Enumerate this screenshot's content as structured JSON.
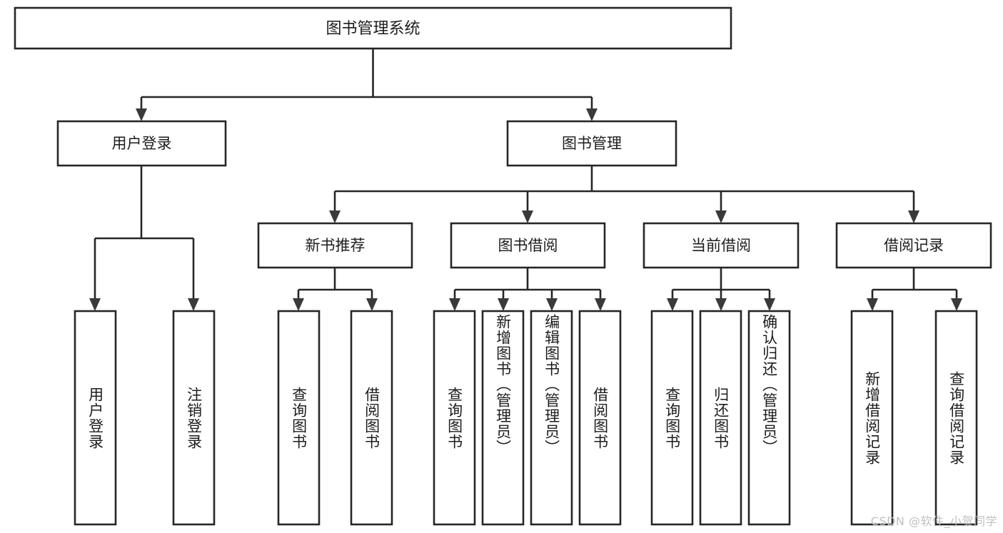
{
  "diagram": {
    "type": "tree",
    "title": "图书管理系统",
    "orientation": "top-down",
    "colors": {
      "box_stroke": "#262626",
      "box_fill": "#ffffff",
      "connector": "#262626",
      "text": "#1c1c1c",
      "watermark": "#c0c0c0",
      "background": "#ffffff"
    },
    "root": {
      "label": "图书管理系统"
    },
    "level2": [
      {
        "label": "用户登录"
      },
      {
        "label": "图书管理"
      }
    ],
    "level3": [
      {
        "label": "新书推荐"
      },
      {
        "label": "图书借阅"
      },
      {
        "label": "当前借阅"
      },
      {
        "label": "借阅记录"
      }
    ],
    "leaves": {
      "user_login": [
        {
          "label": "用户登录"
        },
        {
          "label": "注销登录"
        }
      ],
      "new_book_recommend": [
        {
          "label": "查询图书"
        },
        {
          "label": "借阅图书"
        }
      ],
      "book_borrow": [
        {
          "label": "查询图书"
        },
        {
          "label": "新增图书（管理员）"
        },
        {
          "label": "编辑图书（管理员）"
        },
        {
          "label": "借阅图书"
        }
      ],
      "current_borrow": [
        {
          "label": "查询图书"
        },
        {
          "label": "归还图书"
        },
        {
          "label": "确认归还（管理员）"
        }
      ],
      "borrow_record": [
        {
          "label": "新增借阅记录"
        },
        {
          "label": "查询借阅记录"
        }
      ]
    }
  },
  "watermark": {
    "text": "CSDN @软件_小贺同学"
  }
}
